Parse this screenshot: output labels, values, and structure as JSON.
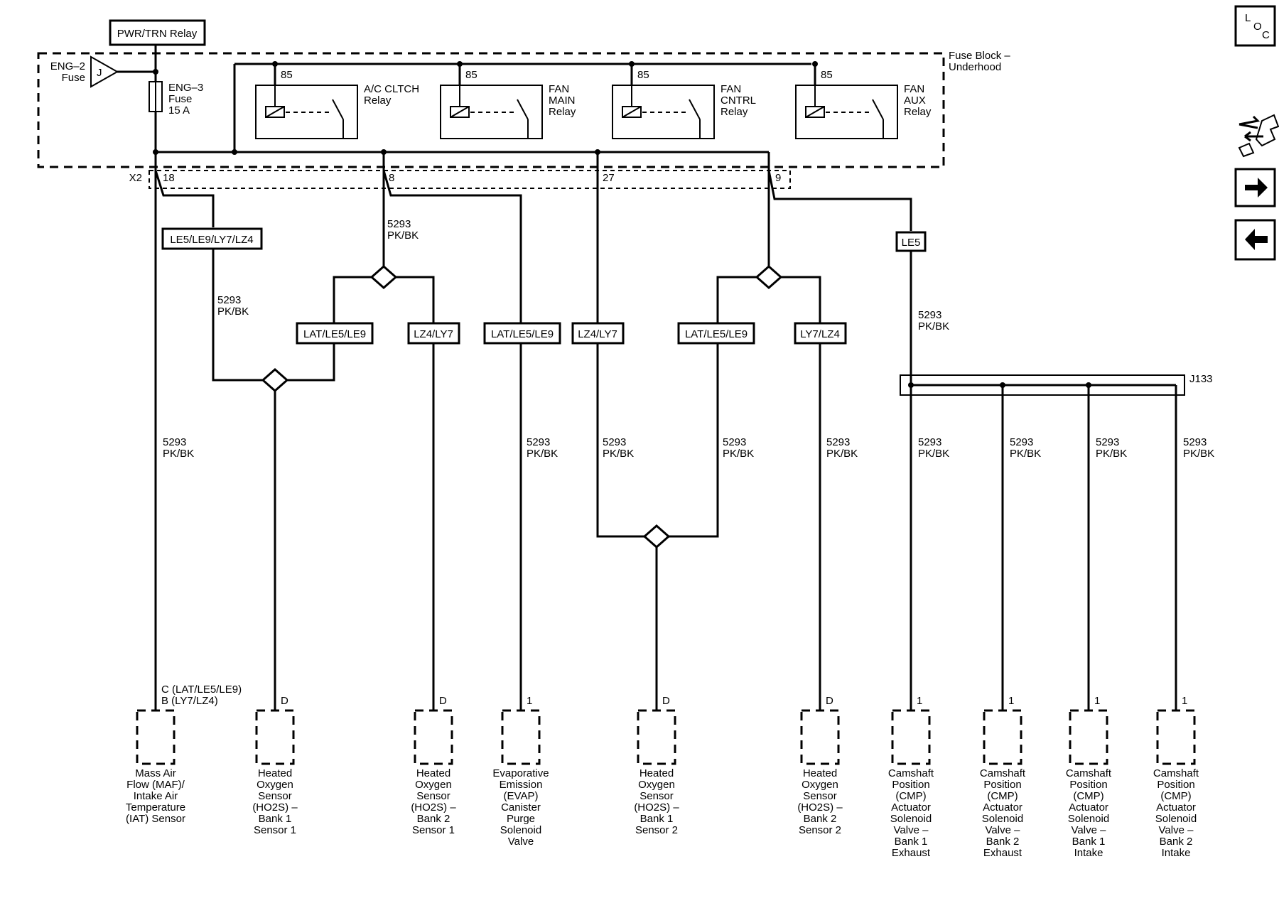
{
  "relay_power": "PWR/TRN Relay",
  "fuse_block": [
    "Fuse Block –",
    "Underhood"
  ],
  "eng2": {
    "name": [
      "ENG–2",
      "Fuse"
    ],
    "tag": "J"
  },
  "eng3": [
    "ENG–3",
    "Fuse",
    "15 A"
  ],
  "relays": [
    {
      "pin": "85",
      "label": [
        "A/C CLTCH",
        "Relay"
      ]
    },
    {
      "pin": "85",
      "label": [
        "FAN",
        "MAIN",
        "Relay"
      ]
    },
    {
      "pin": "85",
      "label": [
        "FAN",
        "CNTRL",
        "Relay"
      ]
    },
    {
      "pin": "85",
      "label": [
        "FAN",
        "AUX",
        "Relay"
      ]
    }
  ],
  "connector": {
    "name": "X2",
    "pins": [
      "18",
      "8",
      "27",
      "9"
    ]
  },
  "splice": "J133",
  "options": [
    "LE5/LE9/LY7/LZ4",
    "LAT/LE5/LE9",
    "LZ4/LY7",
    "LAT/LE5/LE9",
    "LZ4/LY7",
    "LAT/LE5/LE9",
    "LY7/LZ4",
    "LE5"
  ],
  "wire": {
    "circuit": "5293",
    "color": "PK/BK"
  },
  "components": [
    {
      "pin": [
        "C (LAT/LE5/LE9)",
        "B (LY7/LZ4)"
      ],
      "name": [
        "Mass Air",
        "Flow (MAF)/",
        "Intake Air",
        "Temperature",
        "(IAT) Sensor"
      ]
    },
    {
      "pin": [
        "D"
      ],
      "name": [
        "Heated",
        "Oxygen",
        "Sensor",
        "(HO2S)  –",
        "Bank 1",
        "Sensor 1"
      ]
    },
    {
      "pin": [
        "D"
      ],
      "name": [
        "Heated",
        "Oxygen",
        "Sensor",
        "(HO2S)  –",
        "Bank 2",
        "Sensor 1"
      ]
    },
    {
      "pin": [
        "1"
      ],
      "name": [
        "Evaporative",
        "Emission",
        "(EVAP)",
        "Canister",
        "Purge",
        "Solenoid",
        "Valve"
      ]
    },
    {
      "pin": [
        "D"
      ],
      "name": [
        "Heated",
        "Oxygen",
        "Sensor",
        "(HO2S)  –",
        "Bank 1",
        "Sensor 2"
      ]
    },
    {
      "pin": [
        "D"
      ],
      "name": [
        "Heated",
        "Oxygen",
        "Sensor",
        "(HO2S)  –",
        "Bank 2",
        "Sensor 2"
      ]
    },
    {
      "pin": [
        "1"
      ],
      "name": [
        "Camshaft",
        "Position",
        "(CMP)",
        "Actuator",
        "Solenoid",
        "Valve –",
        "Bank 1",
        "Exhaust"
      ]
    },
    {
      "pin": [
        "1"
      ],
      "name": [
        "Camshaft",
        "Position",
        "(CMP)",
        "Actuator",
        "Solenoid",
        "Valve –",
        "Bank 2",
        "Exhaust"
      ]
    },
    {
      "pin": [
        "1"
      ],
      "name": [
        "Camshaft",
        "Position",
        "(CMP)",
        "Actuator",
        "Solenoid",
        "Valve –",
        "Bank 1",
        "Intake"
      ]
    },
    {
      "pin": [
        "1"
      ],
      "name": [
        "Camshaft",
        "Position",
        "(CMP)",
        "Actuator",
        "Solenoid",
        "Valve –",
        "Bank 2",
        "Intake"
      ]
    }
  ],
  "nav": {
    "loc": [
      "L",
      "O",
      "C"
    ],
    "icons": [
      "tools-icon",
      "arrow-right-icon",
      "arrow-left-icon"
    ]
  }
}
